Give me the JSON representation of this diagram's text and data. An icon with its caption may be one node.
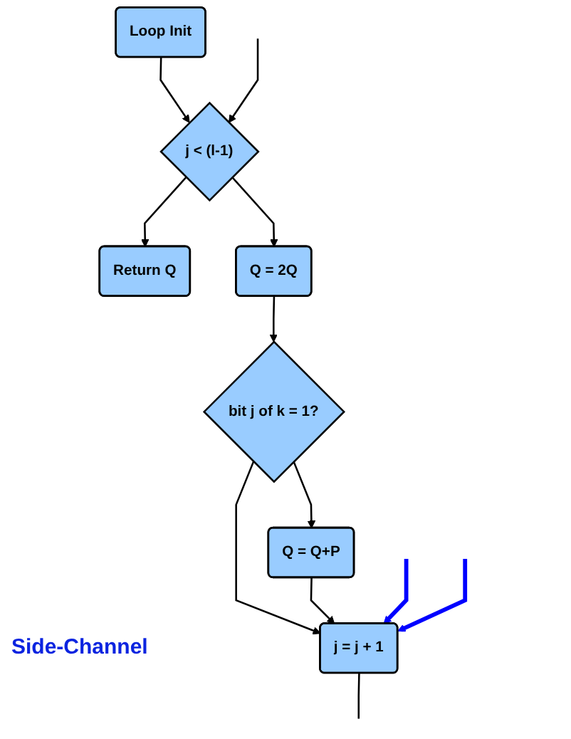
{
  "diagram": {
    "nodes": [
      {
        "text": [
          "Loop Init"
        ]
      },
      {
        "text": [
          "j < (l-1)"
        ]
      },
      {
        "text": [
          "Return Q"
        ]
      },
      {
        "text": [
          "Q = 2Q"
        ]
      },
      {
        "text": [
          "bit j of k = 1?"
        ]
      },
      {
        "text": [
          "Q = Q+P"
        ]
      },
      {
        "text": [
          "j = j + 1"
        ]
      }
    ],
    "edges": [
      {
        "from": 0,
        "to": 1,
        "arrow": "to"
      },
      {
        "from": null,
        "to": 1,
        "arrow": "to"
      },
      {
        "from": 1,
        "to": 2,
        "arrow": "to"
      },
      {
        "from": 1,
        "to": 3,
        "arrow": "to"
      },
      {
        "from": 3,
        "to": 4,
        "arrow": "to"
      },
      {
        "from": 4,
        "to": 5,
        "arrow": "to"
      },
      {
        "from": 4,
        "to": 6,
        "arrow": "to"
      },
      {
        "from": 5,
        "to": 6,
        "arrow": "to"
      },
      {
        "from": null,
        "to": 6,
        "arrow": "to",
        "style": "thick",
        "color": "#0000ff"
      },
      {
        "from": null,
        "to": 6,
        "arrow": "to",
        "style": "thick",
        "color": "#0000ff"
      },
      {
        "from": 6,
        "to": null,
        "arrow": "none"
      }
    ],
    "labels": [
      "Side-Channel"
    ]
  }
}
